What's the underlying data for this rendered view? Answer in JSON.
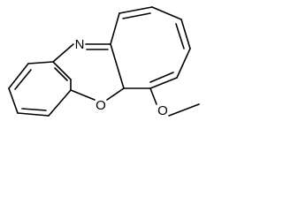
{
  "molecule": {
    "atoms": {
      "nitrogen": "N",
      "oxygen_ring": "O",
      "oxygen_methoxy": "O"
    },
    "colors": {
      "bond": "#000000",
      "label": "#000000",
      "background": "#ffffff"
    }
  }
}
